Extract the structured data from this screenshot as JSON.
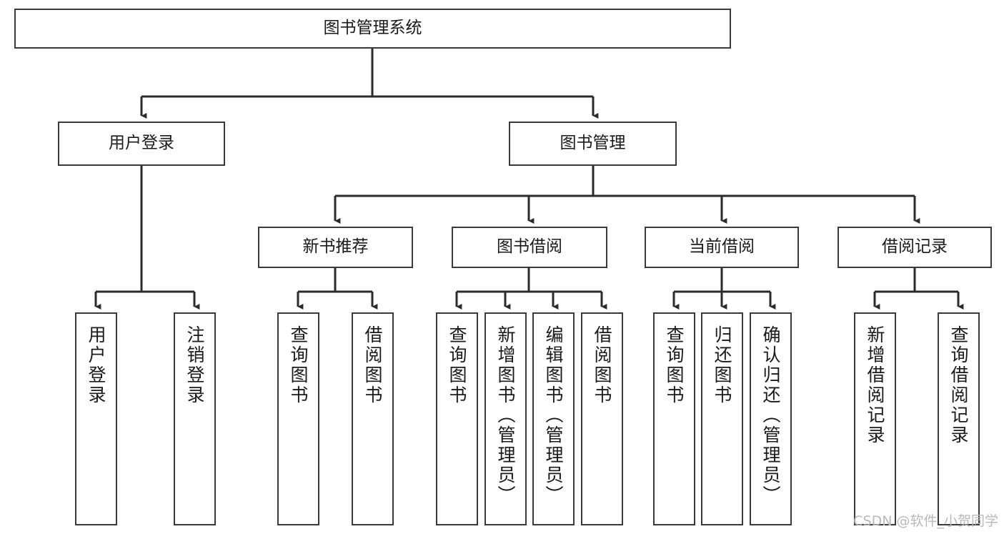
{
  "diagram": {
    "title": "图书管理系统",
    "type": "tree-hierarchy-diagram",
    "colors": {
      "box_border": "#3a3a3a",
      "box_fill": "#ffffff",
      "edge": "#2b2b2b",
      "text": "#1a1a1a",
      "watermark": "#b9b9b9"
    },
    "nodes": {
      "root": {
        "label": "图书管理系统"
      },
      "level2": [
        {
          "label": "用户登录"
        },
        {
          "label": "图书管理"
        }
      ],
      "level3": [
        {
          "label": "新书推荐"
        },
        {
          "label": "图书借阅"
        },
        {
          "label": "当前借阅"
        },
        {
          "label": "借阅记录"
        }
      ],
      "leaves": {
        "user_login": [
          {
            "label": "用户登录"
          },
          {
            "label": "注销登录"
          }
        ],
        "new_book_recommend": [
          {
            "label": "查询图书"
          },
          {
            "label": "借阅图书"
          }
        ],
        "book_borrow": [
          {
            "label": "查询图书"
          },
          {
            "label": "新增图书（管理员）"
          },
          {
            "label": "编辑图书（管理员）"
          },
          {
            "label": "借阅图书"
          }
        ],
        "current_borrow": [
          {
            "label": "查询图书"
          },
          {
            "label": "归还图书"
          },
          {
            "label": "确认归还（管理员）"
          }
        ],
        "borrow_record": [
          {
            "label": "新增借阅记录"
          },
          {
            "label": "查询借阅记录"
          }
        ]
      }
    }
  },
  "watermark": {
    "text": "CSDN @软件_小贺同学"
  }
}
